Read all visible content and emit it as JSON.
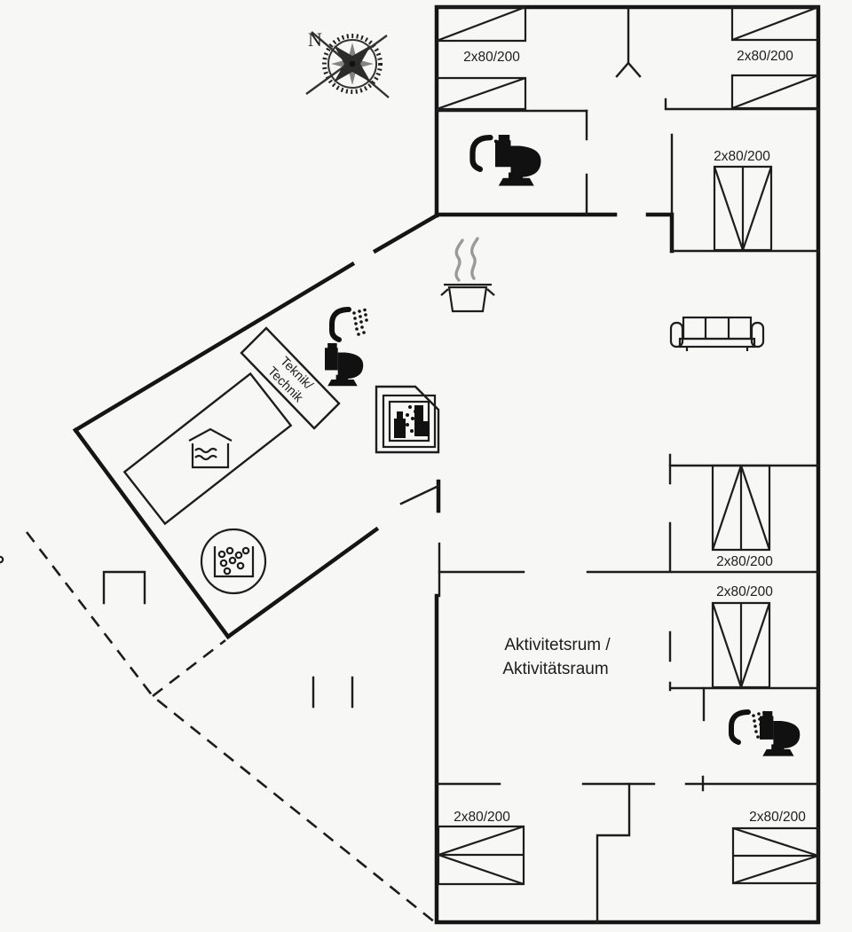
{
  "compass": {
    "north_label": "N"
  },
  "bedrooms": {
    "top_left": {
      "bed_label": "2x80/200"
    },
    "top_right": {
      "bed_label": "2x80/200"
    },
    "right_upper": {
      "bed_label": "2x80/200"
    },
    "right_middle": {
      "bed_label": "2x80/200"
    },
    "right_lower": {
      "bed_label": "2x80/200"
    },
    "bottom_left": {
      "bed_label": "2x80/200"
    },
    "bottom_right": {
      "bed_label": "2x80/200"
    }
  },
  "technical_room": {
    "line1": "Teknik/",
    "line2": "Technik"
  },
  "activity_room": {
    "line1": "Aktivitetsrum /",
    "line2": "Aktivitätsraum"
  },
  "icons": {
    "compass_rose": "compass-rose",
    "shower": "shower-head",
    "toilet": "toilet",
    "cooking_pot": "cooking-pot-with-steam",
    "sofa": "three-seat-sofa",
    "swimming_pool": "indoor-swimming-pool",
    "whirlpool": "whirlpool-hot-tub",
    "washing_machine": "washing-machine"
  },
  "colors": {
    "line": "#1d1d1d",
    "background": "#f7f7f6",
    "steam": "#9a9a9a"
  }
}
